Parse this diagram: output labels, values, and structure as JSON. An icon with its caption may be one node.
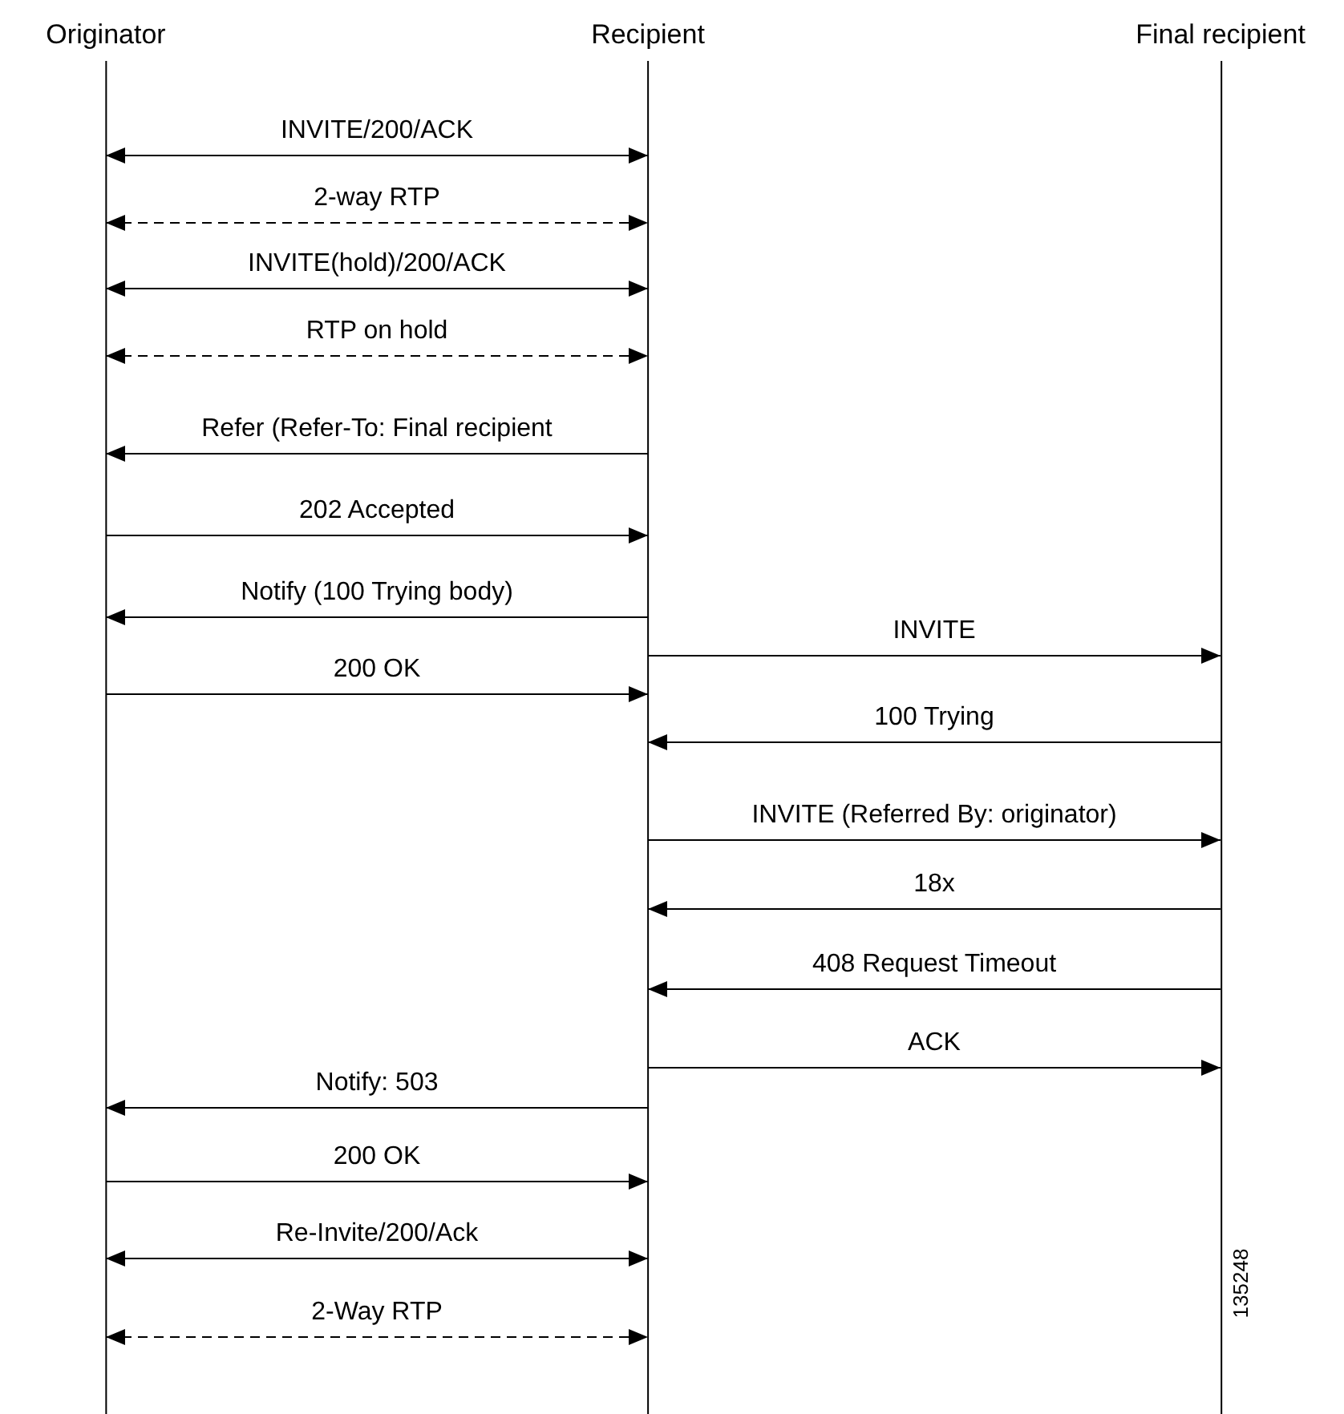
{
  "diagram": {
    "nodes": [
      {
        "text": [
          "Originator"
        ]
      },
      {
        "text": [
          "Recipient"
        ]
      },
      {
        "text": [
          "Final recipient"
        ]
      }
    ],
    "edges": [
      {
        "from": 0,
        "to": 1,
        "arrow": "both",
        "label": "INVITE/200/ACK"
      },
      {
        "from": 0,
        "to": 1,
        "arrow": "both",
        "label": "2-way RTP",
        "style": "dashed"
      },
      {
        "from": 0,
        "to": 1,
        "arrow": "both",
        "label": "INVITE(hold)/200/ACK"
      },
      {
        "from": 0,
        "to": 1,
        "arrow": "both",
        "label": "RTP on hold",
        "style": "dashed"
      },
      {
        "from": 1,
        "to": 0,
        "arrow": "to",
        "label": "Refer (Refer-To: Final recipient"
      },
      {
        "from": 0,
        "to": 1,
        "arrow": "to",
        "label": "202 Accepted"
      },
      {
        "from": 1,
        "to": 0,
        "arrow": "to",
        "label": "Notify (100 Trying body)"
      },
      {
        "from": 1,
        "to": 2,
        "arrow": "to",
        "label": "INVITE"
      },
      {
        "from": 0,
        "to": 1,
        "arrow": "to",
        "label": "200 OK"
      },
      {
        "from": 2,
        "to": 1,
        "arrow": "to",
        "label": "100 Trying"
      },
      {
        "from": 1,
        "to": 2,
        "arrow": "to",
        "label": "INVITE (Referred By: originator)"
      },
      {
        "from": 2,
        "to": 1,
        "arrow": "to",
        "label": "18x"
      },
      {
        "from": 2,
        "to": 1,
        "arrow": "to",
        "label": "408 Request Timeout"
      },
      {
        "from": 1,
        "to": 2,
        "arrow": "to",
        "label": "ACK"
      },
      {
        "from": 1,
        "to": 0,
        "arrow": "to",
        "label": "Notify: 503"
      },
      {
        "from": 0,
        "to": 1,
        "arrow": "to",
        "label": "200 OK"
      },
      {
        "from": 0,
        "to": 1,
        "arrow": "both",
        "label": "Re-Invite/200/Ack"
      },
      {
        "from": 0,
        "to": 1,
        "arrow": "both",
        "label": "2-Way RTP",
        "style": "dashed"
      }
    ],
    "labels": [
      "135248"
    ]
  }
}
